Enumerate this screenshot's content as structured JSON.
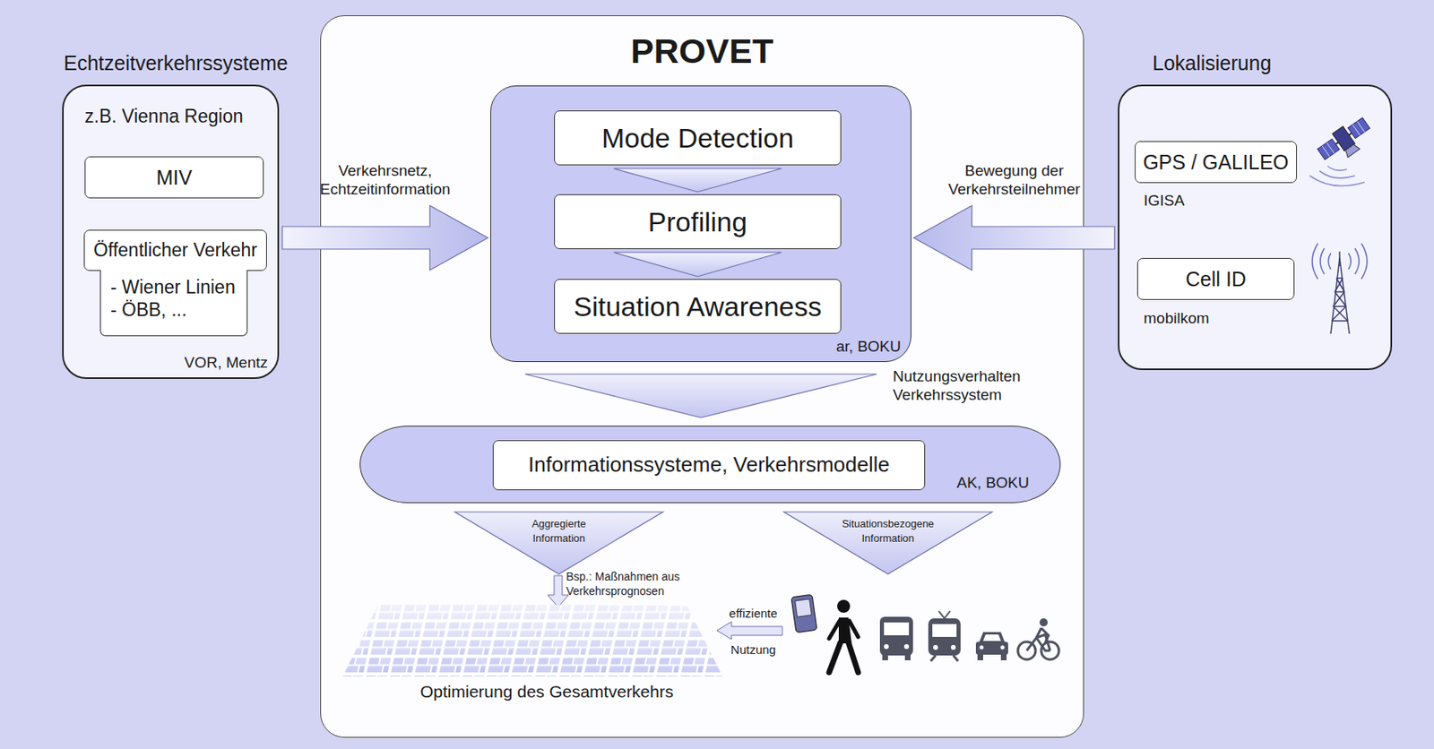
{
  "diagram": {
    "nodes": [
      {
        "text": [
          "Echtzeitverkehrssysteme",
          "z.B. Vienna Region",
          "VOR, Mentz"
        ]
      },
      {
        "text": [
          "MIV"
        ],
        "in": 0
      },
      {
        "text": [
          "Öffentlicher Verkehr"
        ],
        "in": 0
      },
      {
        "text": [
          "- Wiener Linien - ÖBB, ..."
        ],
        "in": 0
      },
      {
        "text": [
          "PROVET"
        ]
      },
      {
        "text": [
          "ar, BOKU"
        ],
        "in": 4
      },
      {
        "text": [
          "Mode Detection"
        ],
        "in": 5
      },
      {
        "text": [
          "Profiling"
        ],
        "in": 5
      },
      {
        "text": [
          "Situation Awareness"
        ],
        "in": 5
      },
      {
        "text": [
          "AK, BOKU"
        ],
        "in": 4
      },
      {
        "text": [
          "Informationssysteme, Verkehrsmodelle"
        ],
        "in": 9
      },
      {
        "text": [
          "Lokalisierung"
        ]
      },
      {
        "text": [
          "GPS / GALILEO"
        ],
        "in": 11
      },
      {
        "text": [
          "Cell ID"
        ],
        "in": 11
      }
    ],
    "edges": [
      {
        "from": 0,
        "to": 5,
        "label": "Verkehrsnetz, Echtzeitinformation",
        "arrow": "to"
      },
      {
        "from": 11,
        "to": 5,
        "label": "Bewegung der Verkehrsteilnehmer",
        "arrow": "to"
      },
      {
        "from": 6,
        "to": 7,
        "arrow": "to"
      },
      {
        "from": 7,
        "to": 8,
        "arrow": "to"
      },
      {
        "from": 5,
        "to": 9,
        "label": "Nutzungsverhalten Verkehrssystem",
        "arrow": "to"
      }
    ],
    "labels": [
      "IGISA",
      "mobilkom",
      "Aggregierte Information",
      "Situationsbezogene Information",
      "Bsp.: Maßnahmen aus Verkehrsprognosen",
      "effiziente",
      "Nutzung",
      "Optimierung des Gesamtverkehrs"
    ]
  }
}
